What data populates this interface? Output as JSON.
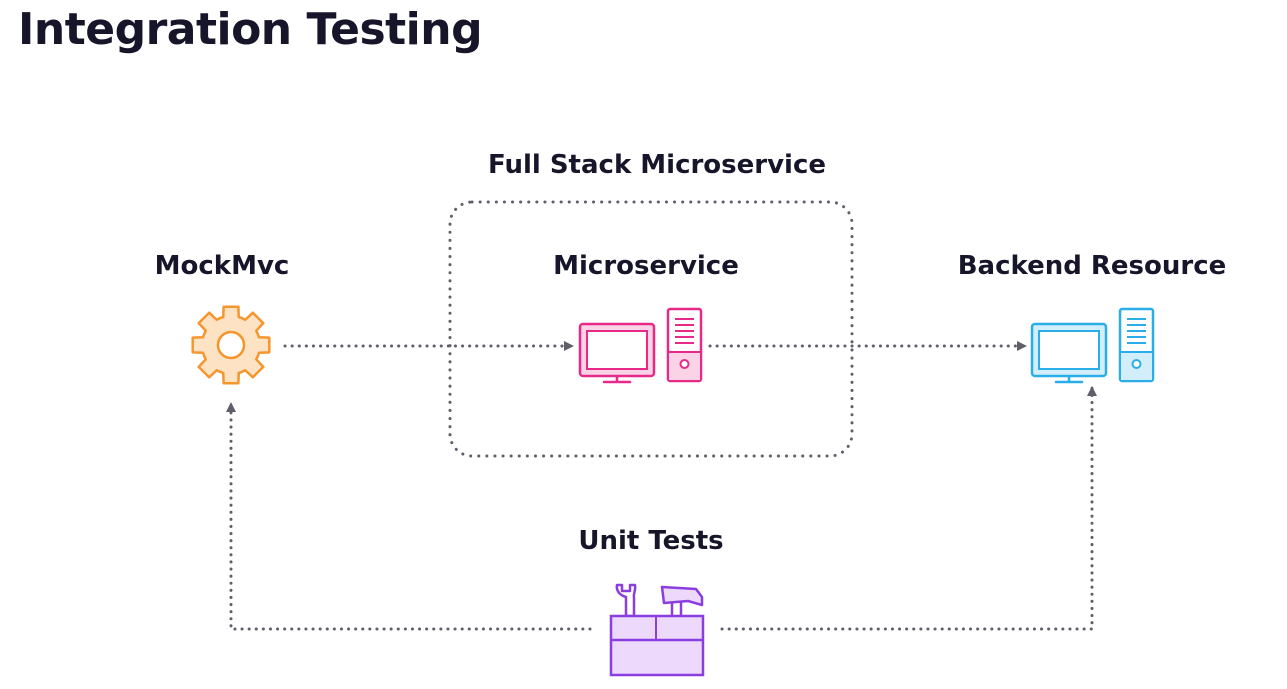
{
  "title": "Integration Testing",
  "group": {
    "label": "Full Stack Microservice"
  },
  "nodes": {
    "mockmvc": {
      "label": "MockMvc",
      "icon": "gear-icon",
      "color": "#f5962c"
    },
    "microservice": {
      "label": "Microservice",
      "icon": "computer-server-icon",
      "color": "#e72a8a"
    },
    "backend": {
      "label": "Backend Resource",
      "icon": "computer-server-icon",
      "color": "#2aaee7"
    },
    "unit_tests": {
      "label": "Unit Tests",
      "icon": "toolbox-icon",
      "color": "#8b3ee0"
    }
  },
  "edges": [
    {
      "from": "mockmvc",
      "to": "microservice",
      "style": "dotted"
    },
    {
      "from": "microservice",
      "to": "backend",
      "style": "dotted"
    },
    {
      "from": "unit_tests",
      "to": "mockmvc",
      "style": "dotted"
    },
    {
      "from": "unit_tests",
      "to": "backend",
      "style": "dotted"
    }
  ],
  "colors": {
    "connector": "#5f5f6b",
    "group_border": "#5f5f6b",
    "text": "#16152a"
  }
}
